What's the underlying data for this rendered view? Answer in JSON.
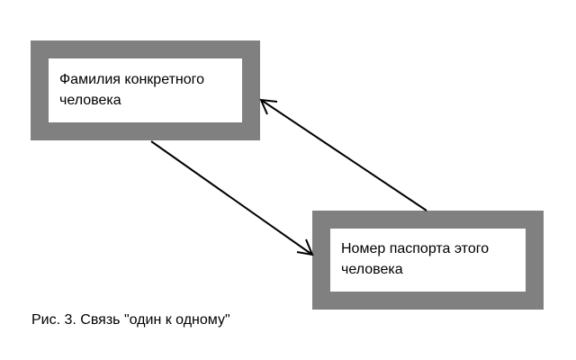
{
  "entities": {
    "surname": {
      "line1": "Фамилия конкретного",
      "line2": "человека"
    },
    "passport": {
      "line1": "Номер паспорта этого",
      "line2": "человека"
    }
  },
  "caption": "Рис. 3. Связь \"один к одному\"",
  "colors": {
    "box_border": "#808080",
    "arrow": "#000000",
    "background": "#ffffff"
  }
}
